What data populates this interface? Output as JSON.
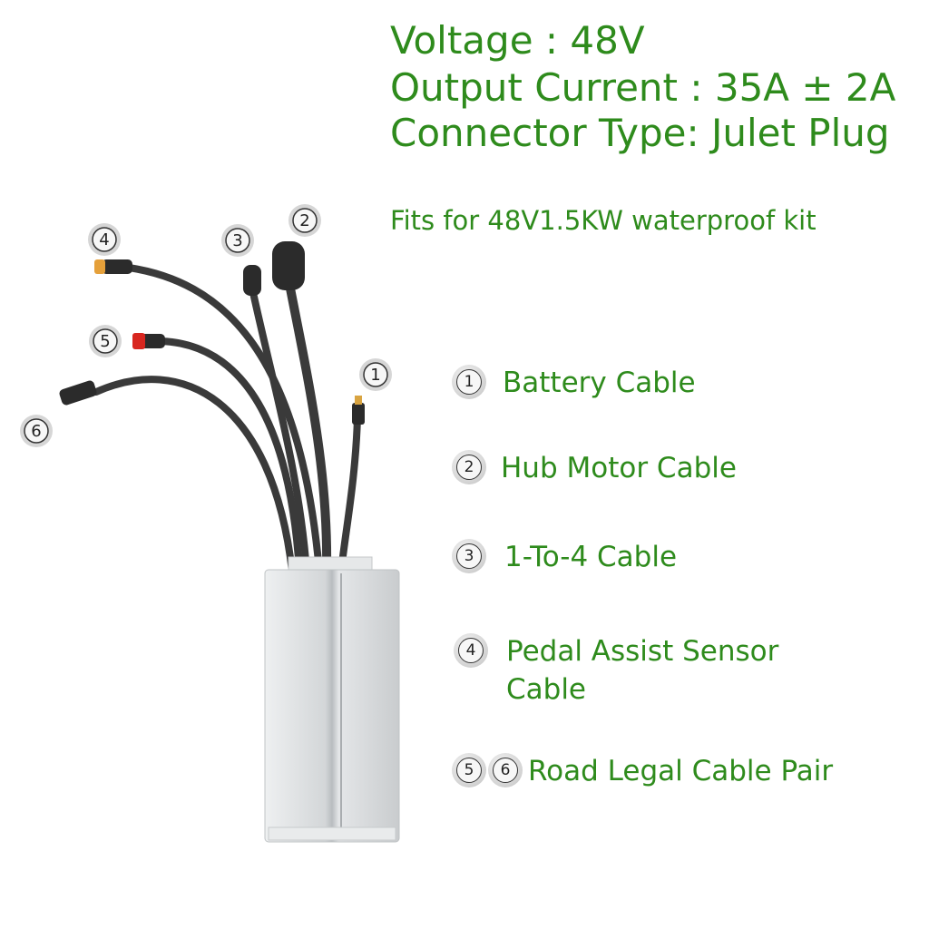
{
  "specs": {
    "voltage": "Voltage : 48V",
    "output_current": "Output Current : 35A ± 2A",
    "connector_type": "Connector Type: Julet Plug"
  },
  "fits": "Fits for 48V1.5KW waterproof kit",
  "diagram_numbers": {
    "n1": "1",
    "n2": "2",
    "n3": "3",
    "n4": "4",
    "n5": "5",
    "n6": "6"
  },
  "legend": [
    {
      "numbers": [
        "1"
      ],
      "label": "Battery Cable"
    },
    {
      "numbers": [
        "2"
      ],
      "label": "Hub Motor Cable"
    },
    {
      "numbers": [
        "3"
      ],
      "label": "1-To-4 Cable"
    },
    {
      "numbers": [
        "4"
      ],
      "label": "Pedal Assist Sensor",
      "label2": "Cable"
    },
    {
      "numbers": [
        "5",
        "6"
      ],
      "label": "Road Legal Cable Pair"
    }
  ],
  "colors": {
    "text_green": "#2e8b1c",
    "cable": "#3a3a3a",
    "housing": "#d9dcde",
    "connector_red": "#d8261f",
    "connector_orange": "#e5a03a"
  }
}
